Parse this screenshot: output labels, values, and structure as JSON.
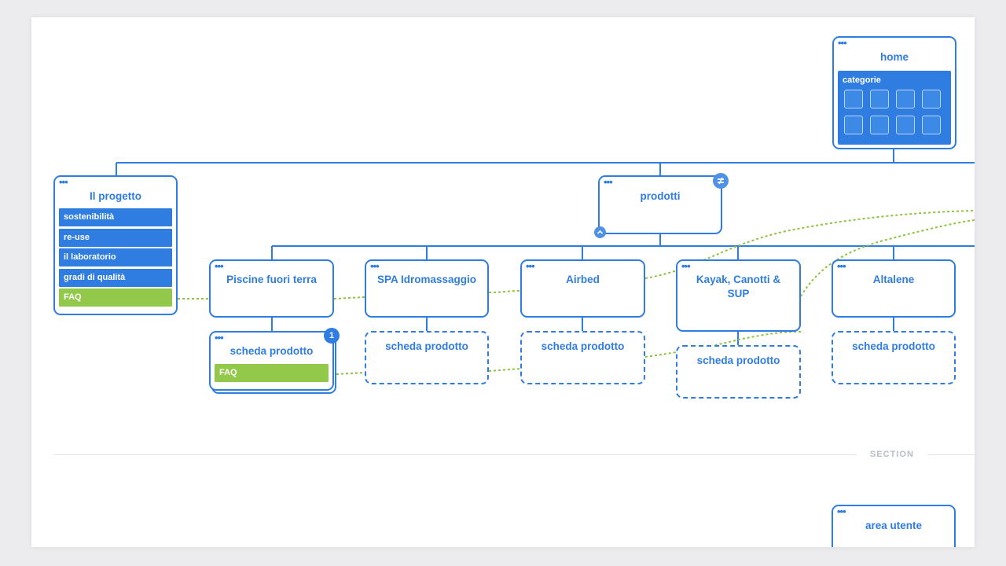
{
  "home": {
    "title": "home",
    "panel_title": "categorie",
    "tile_count": 8
  },
  "progetto": {
    "title": "Il progetto",
    "items": [
      {
        "label": "sostenibilità",
        "color": "#2f7de1"
      },
      {
        "label": "re-use",
        "color": "#2f7de1"
      },
      {
        "label": "il laboratorio",
        "color": "#2f7de1"
      },
      {
        "label": "gradi di qualità",
        "color": "#2f7de1"
      },
      {
        "label": "FAQ",
        "color": "#93c94a"
      }
    ]
  },
  "prodotti": {
    "title": "prodotti"
  },
  "categories": [
    {
      "title": "Piscine fuori terra",
      "child": "scheda prodotto"
    },
    {
      "title": "SPA Idromassaggio",
      "child": "scheda prodotto"
    },
    {
      "title": "Airbed",
      "child": "scheda prodotto"
    },
    {
      "title": "Kayak, Canotti & SUP",
      "child": "scheda prodotto"
    },
    {
      "title": "Altalene",
      "child": "scheda prodotto"
    }
  ],
  "scheda_piscine": {
    "title": "scheda prodotto",
    "badge": "1",
    "item": "FAQ"
  },
  "section": {
    "label": "SECTION"
  },
  "area_utente": {
    "title": "area utente"
  },
  "colors": {
    "primary": "#2f7de1",
    "accent_green": "#93c94a",
    "connector_green": "#8cc43f"
  }
}
